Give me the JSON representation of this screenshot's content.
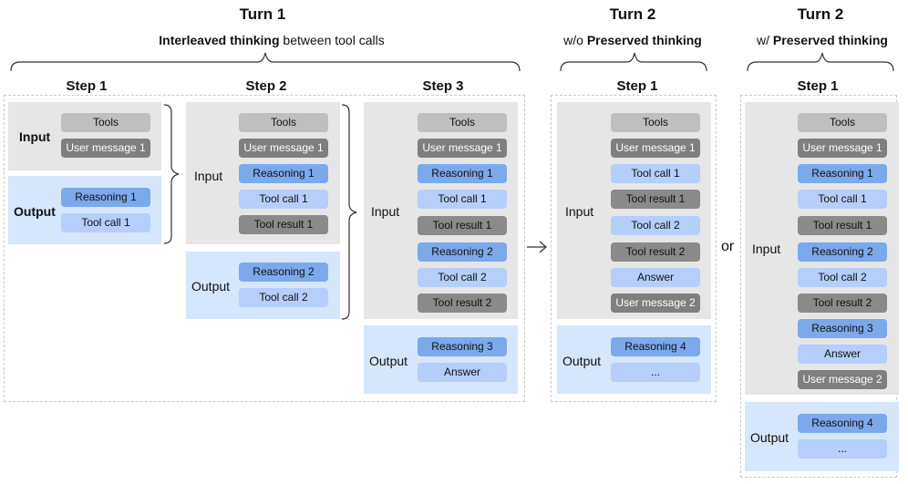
{
  "turn1": {
    "title": "Turn 1",
    "subtitle_bold": "Interleaved thinking",
    "subtitle_rest": " between tool calls",
    "steps": [
      {
        "label": "Step 1",
        "input_label": "Input",
        "input_items": [
          {
            "text": "Tools",
            "kind": "tools"
          },
          {
            "text": "User message 1",
            "kind": "user"
          }
        ],
        "output_label": "Output",
        "output_items": [
          {
            "text": "Reasoning 1",
            "kind": "reason"
          },
          {
            "text": "Tool call 1",
            "kind": "call"
          }
        ]
      },
      {
        "label": "Step 2",
        "input_label": "Input",
        "input_items": [
          {
            "text": "Tools",
            "kind": "tools"
          },
          {
            "text": "User message 1",
            "kind": "user"
          },
          {
            "text": "Reasoning 1",
            "kind": "reason"
          },
          {
            "text": "Tool call 1",
            "kind": "call"
          },
          {
            "text": "Tool result 1",
            "kind": "result"
          }
        ],
        "output_label": "Output",
        "output_items": [
          {
            "text": "Reasoning 2",
            "kind": "reason"
          },
          {
            "text": "Tool call 2",
            "kind": "call"
          }
        ]
      },
      {
        "label": "Step 3",
        "input_label": "Input",
        "input_items": [
          {
            "text": "Tools",
            "kind": "tools"
          },
          {
            "text": "User message 1",
            "kind": "user"
          },
          {
            "text": "Reasoning 1",
            "kind": "reason"
          },
          {
            "text": "Tool call 1",
            "kind": "call"
          },
          {
            "text": "Tool result 1",
            "kind": "result"
          },
          {
            "text": "Reasoning 2",
            "kind": "reason"
          },
          {
            "text": "Tool call 2",
            "kind": "call"
          },
          {
            "text": "Tool result 2",
            "kind": "result"
          }
        ],
        "output_label": "Output",
        "output_items": [
          {
            "text": "Reasoning 3",
            "kind": "reason"
          },
          {
            "text": "Answer",
            "kind": "answer"
          }
        ]
      }
    ]
  },
  "turn2_without": {
    "title": "Turn 2",
    "subtitle_prefix": "w/o ",
    "subtitle_bold": "Preserved thinking",
    "step": {
      "label": "Step 1",
      "input_label": "Input",
      "input_items": [
        {
          "text": "Tools",
          "kind": "tools"
        },
        {
          "text": "User message 1",
          "kind": "user"
        },
        {
          "text": "Tool call 1",
          "kind": "call"
        },
        {
          "text": "Tool result 1",
          "kind": "result"
        },
        {
          "text": "Tool call 2",
          "kind": "call"
        },
        {
          "text": "Tool result 2",
          "kind": "result"
        },
        {
          "text": "Answer",
          "kind": "answer"
        },
        {
          "text": "User message 2",
          "kind": "user"
        }
      ],
      "output_label": "Output",
      "output_items": [
        {
          "text": "Reasoning 4",
          "kind": "reason"
        },
        {
          "text": "...",
          "kind": "ell"
        }
      ]
    }
  },
  "separator_or": "or",
  "turn2_with": {
    "title": "Turn 2",
    "subtitle_prefix": "w/ ",
    "subtitle_bold": "Preserved thinking",
    "step": {
      "label": "Step 1",
      "input_label": "Input",
      "input_items": [
        {
          "text": "Tools",
          "kind": "tools"
        },
        {
          "text": "User message 1",
          "kind": "user"
        },
        {
          "text": "Reasoning 1",
          "kind": "reason"
        },
        {
          "text": "Tool call 1",
          "kind": "call"
        },
        {
          "text": "Tool result 1",
          "kind": "result"
        },
        {
          "text": "Reasoning 2",
          "kind": "reason"
        },
        {
          "text": "Tool call 2",
          "kind": "call"
        },
        {
          "text": "Tool result 2",
          "kind": "result"
        },
        {
          "text": "Reasoning 3",
          "kind": "reason"
        },
        {
          "text": "Answer",
          "kind": "answer"
        },
        {
          "text": "User message 2",
          "kind": "user"
        }
      ],
      "output_label": "Output",
      "output_items": [
        {
          "text": "Reasoning 4",
          "kind": "reason"
        },
        {
          "text": "...",
          "kind": "ell"
        }
      ]
    }
  },
  "colors": {
    "input_bg": "#e6e6e6",
    "output_bg": "#d6e6fb",
    "tools": "#bfbfbf",
    "user_message": "#7f7f7f",
    "reasoning": "#7ba9ec",
    "tool_call": "#b5cefa",
    "tool_result": "#8a8a8a"
  }
}
